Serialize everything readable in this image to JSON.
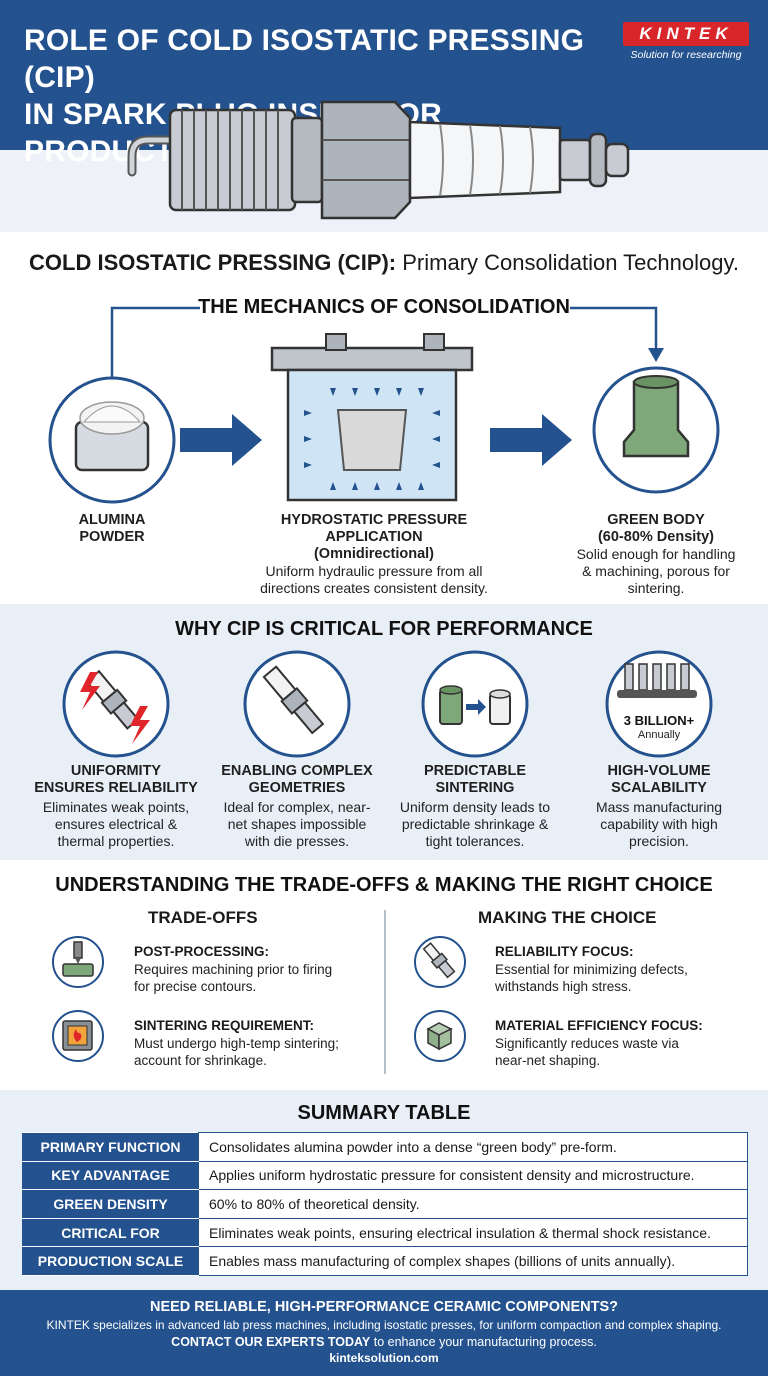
{
  "header": {
    "title_line1": "ROLE OF COLD ISOSTATIC PRESSING (CIP)",
    "title_line2": "IN SPARK PLUG INSULATOR PRODUCTION",
    "logo_text": "KINTEK",
    "logo_tagline": "Solution for researching"
  },
  "subtitle": {
    "bold": "COLD ISOSTATIC PRESSING (CIP):",
    "rest": " Primary Consolidation Technology."
  },
  "mechanics": {
    "title": "THE MECHANICS OF CONSOLIDATION",
    "step1_label_line1": "ALUMINA",
    "step1_label_line2": "POWDER",
    "step2_label_line1": "HYDROSTATIC PRESSURE",
    "step2_label_line2": "APPLICATION",
    "step2_label_line3": "(Omnidirectional)",
    "step2_desc_line1": "Uniform hydraulic pressure from all",
    "step2_desc_line2": "directions creates consistent density.",
    "step3_label_line1": "GREEN BODY",
    "step3_label_line2": "(60-80% Density)",
    "step3_desc_line1": "Solid enough for handling",
    "step3_desc_line2": "& machining, porous for",
    "step3_desc_line3": "sintering."
  },
  "why": {
    "title": "WHY CIP IS CRITICAL FOR PERFORMANCE",
    "items": [
      {
        "title_line1": "UNIFORMITY",
        "title_line2": "ENSURES RELIABILITY",
        "desc_line1": "Eliminates weak points,",
        "desc_line2": "ensures electrical &",
        "desc_line3": "thermal properties."
      },
      {
        "title_line1": "ENABLING COMPLEX",
        "title_line2": "GEOMETRIES",
        "desc_line1": "Ideal for complex, near-",
        "desc_line2": "net shapes impossible",
        "desc_line3": "with die presses."
      },
      {
        "title_line1": "PREDICTABLE",
        "title_line2": "SINTERING",
        "desc_line1": "Uniform density leads to",
        "desc_line2": "predictable shrinkage &",
        "desc_line3": "tight tolerances."
      },
      {
        "title_line1": "HIGH-VOLUME",
        "title_line2": "SCALABILITY",
        "desc_line1": "Mass manufacturing",
        "desc_line2": "capability with high",
        "desc_line3": "precision."
      }
    ],
    "badge_big": "3 BILLION+",
    "badge_small": "Annually"
  },
  "tradeoffs": {
    "title": "UNDERSTANDING THE TRADE-OFFS & MAKING THE RIGHT CHOICE",
    "left_head": "TRADE-OFFS",
    "right_head": "MAKING THE CHOICE",
    "left": [
      {
        "title": "POST-PROCESSING:",
        "desc_line1": "Requires machining prior to firing",
        "desc_line2": "for precise contours."
      },
      {
        "title": "SINTERING REQUIREMENT:",
        "desc_line1": "Must undergo high-temp sintering;",
        "desc_line2": "account for shrinkage."
      }
    ],
    "right": [
      {
        "title": "RELIABILITY FOCUS:",
        "desc_line1": "Essential for minimizing defects,",
        "desc_line2": "withstands high stress."
      },
      {
        "title": "MATERIAL EFFICIENCY FOCUS:",
        "desc_line1": "Significantly reduces waste via",
        "desc_line2": "near-net shaping."
      }
    ]
  },
  "summary": {
    "title": "SUMMARY TABLE",
    "rows": [
      {
        "key": "PRIMARY FUNCTION",
        "value": "Consolidates alumina powder into a dense “green body” pre-form."
      },
      {
        "key": "KEY ADVANTAGE",
        "value": "Applies uniform hydrostatic pressure for consistent density and microstructure."
      },
      {
        "key": "GREEN DENSITY",
        "value": "60% to 80% of theoretical density."
      },
      {
        "key": "CRITICAL FOR",
        "value": "Eliminates weak points, ensuring electrical insulation & thermal shock resistance."
      },
      {
        "key": "PRODUCTION SCALE",
        "value": "Enables mass manufacturing of complex shapes (billions of units annually)."
      }
    ]
  },
  "footer": {
    "line1": "NEED RELIABLE, HIGH-PERFORMANCE CERAMIC COMPONENTS?",
    "line2": "KINTEK specializes in advanced lab press machines, including isostatic presses, for uniform compaction and complex shaping.",
    "cta_bold": "CONTACT OUR EXPERTS TODAY",
    "cta_rest": " to enhance your manufacturing process.",
    "website": "kinteksolution.com"
  },
  "colors": {
    "brand_blue": "#24528e",
    "logo_red": "#d9262b",
    "light_band": "#e9eff7",
    "green_body": "#7fa87a"
  }
}
